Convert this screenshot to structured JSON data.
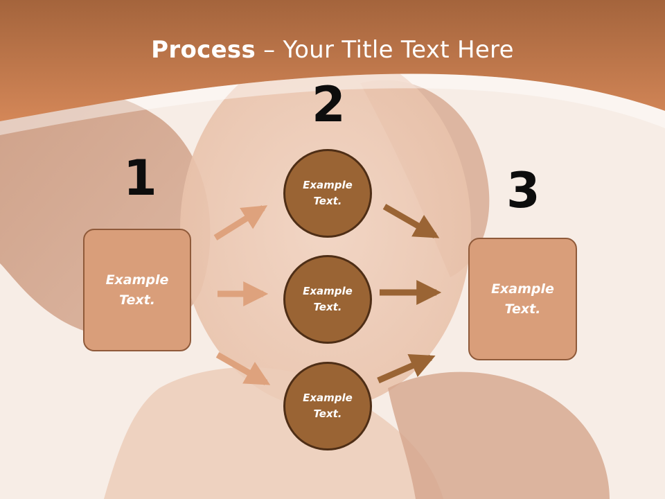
{
  "slide": {
    "title_bold": "Process",
    "title_rest": " – Your Title Text Here"
  },
  "steps": [
    {
      "number": "1",
      "text": "Example\nText."
    },
    {
      "number": "2",
      "items": [
        {
          "text": "Example\nText."
        },
        {
          "text": "Example\nText."
        },
        {
          "text": "Example\nText."
        }
      ]
    },
    {
      "number": "3",
      "text": "Example\nText."
    }
  ],
  "colors": {
    "header": "#c97a4c",
    "box_fill": "#d99e7a",
    "circle_fill": "#9a6434",
    "arrow_light": "#dea27d",
    "arrow_dark": "#9a6434"
  }
}
